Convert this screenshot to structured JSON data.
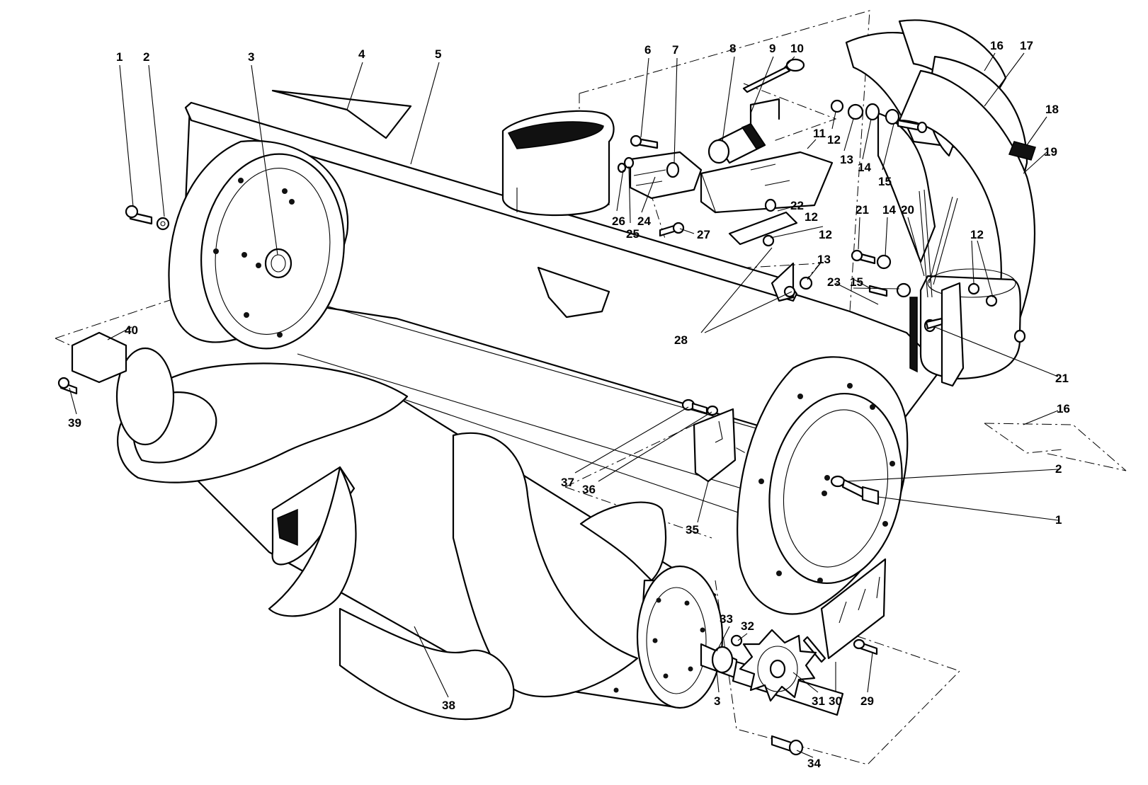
{
  "callouts": [
    {
      "label": "1"
    },
    {
      "label": "2"
    },
    {
      "label": "3"
    },
    {
      "label": "4"
    },
    {
      "label": "5"
    },
    {
      "label": "6"
    },
    {
      "label": "7"
    },
    {
      "label": "8"
    },
    {
      "label": "9"
    },
    {
      "label": "10"
    },
    {
      "label": "11"
    },
    {
      "label": "12"
    },
    {
      "label": "13"
    },
    {
      "label": "14"
    },
    {
      "label": "15"
    },
    {
      "label": "16"
    },
    {
      "label": "17"
    },
    {
      "label": "18"
    },
    {
      "label": "19"
    },
    {
      "label": "12"
    },
    {
      "label": "21"
    },
    {
      "label": "14"
    },
    {
      "label": "20"
    },
    {
      "label": "12"
    },
    {
      "label": "15"
    },
    {
      "label": "13"
    },
    {
      "label": "22"
    },
    {
      "label": "12"
    },
    {
      "label": "26"
    },
    {
      "label": "25"
    },
    {
      "label": "24"
    },
    {
      "label": "27"
    },
    {
      "label": "28"
    },
    {
      "label": "23"
    },
    {
      "label": "21"
    },
    {
      "label": "16"
    },
    {
      "label": "2"
    },
    {
      "label": "1"
    },
    {
      "label": "40"
    },
    {
      "label": "39"
    },
    {
      "label": "37"
    },
    {
      "label": "36"
    },
    {
      "label": "35"
    },
    {
      "label": "38"
    },
    {
      "label": "33"
    },
    {
      "label": "32"
    },
    {
      "label": "3"
    },
    {
      "label": "31"
    },
    {
      "label": "30"
    },
    {
      "label": "29"
    },
    {
      "label": "34"
    }
  ]
}
